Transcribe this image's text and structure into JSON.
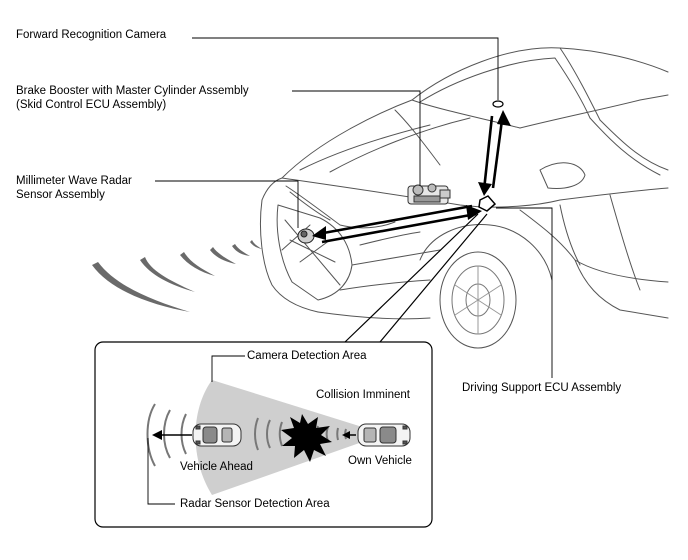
{
  "labels": {
    "forward_camera": "Forward Recognition Camera",
    "brake_booster_line1": "Brake Booster with Master Cylinder Assembly",
    "brake_booster_line2": "(Skid Control ECU Assembly)",
    "radar_line1": "Millimeter Wave Radar",
    "radar_line2": "Sensor Assembly",
    "driving_support_ecu": "Driving Support ECU Assembly"
  },
  "inset": {
    "camera_detection_area": "Camera Detection Area",
    "collision_imminent": "Collision Imminent",
    "vehicle_ahead": "Vehicle Ahead",
    "own_vehicle": "Own Vehicle",
    "radar_detection_area": "Radar Sensor Detection Area"
  }
}
